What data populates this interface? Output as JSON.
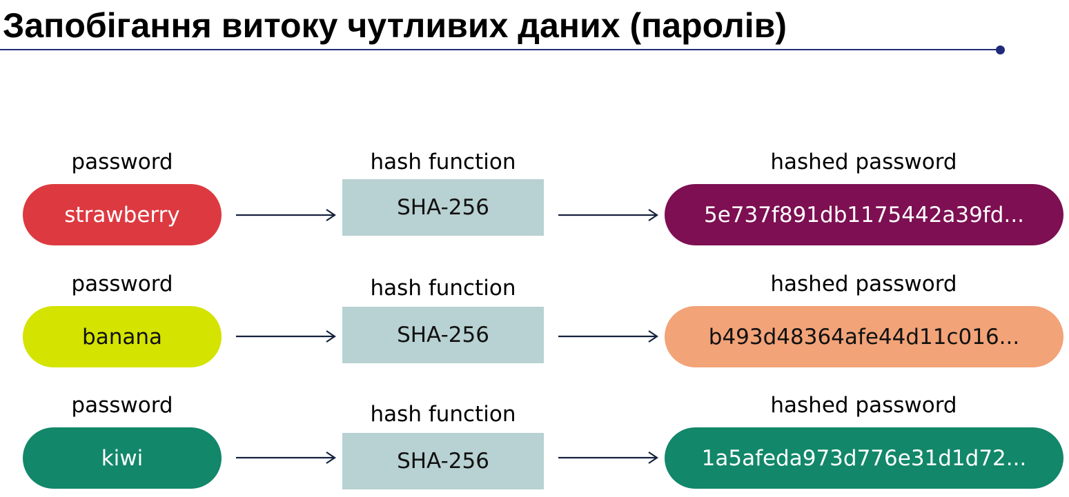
{
  "title": "Запобігання витоку чутливих даних (паролів)",
  "rows": [
    {
      "password_label": "password",
      "password": "strawberry",
      "hash_label": "hash function",
      "algorithm": "SHA-256",
      "hashed_label": "hashed password",
      "hash": "5e737f891db1175442a39fd...",
      "password_color": "#dc3a40",
      "password_text_color": "#ffffff",
      "hash_color": "#7d0f52",
      "hash_text_color": "#ffffff"
    },
    {
      "password_label": "password",
      "password": "banana",
      "hash_label": "hash function",
      "algorithm": "SHA-256",
      "hashed_label": "hashed password",
      "hash": "b493d48364afe44d11c016...",
      "password_color": "#d4e300",
      "password_text_color": "#111111",
      "hash_color": "#f2a378",
      "hash_text_color": "#111111"
    },
    {
      "password_label": "password",
      "password": "kiwi",
      "hash_label": "hash function",
      "algorithm": "SHA-256",
      "hashed_label": "hashed password",
      "hash": "1a5afeda973d776e31d1d72...",
      "password_color": "#12876a",
      "password_text_color": "#ffffff",
      "hash_color": "#12876a",
      "hash_text_color": "#ffffff"
    }
  ],
  "colors": {
    "title_rule": "#1f2a7a",
    "hash_box": "#b8d1d2",
    "arrow": "#14213d"
  }
}
